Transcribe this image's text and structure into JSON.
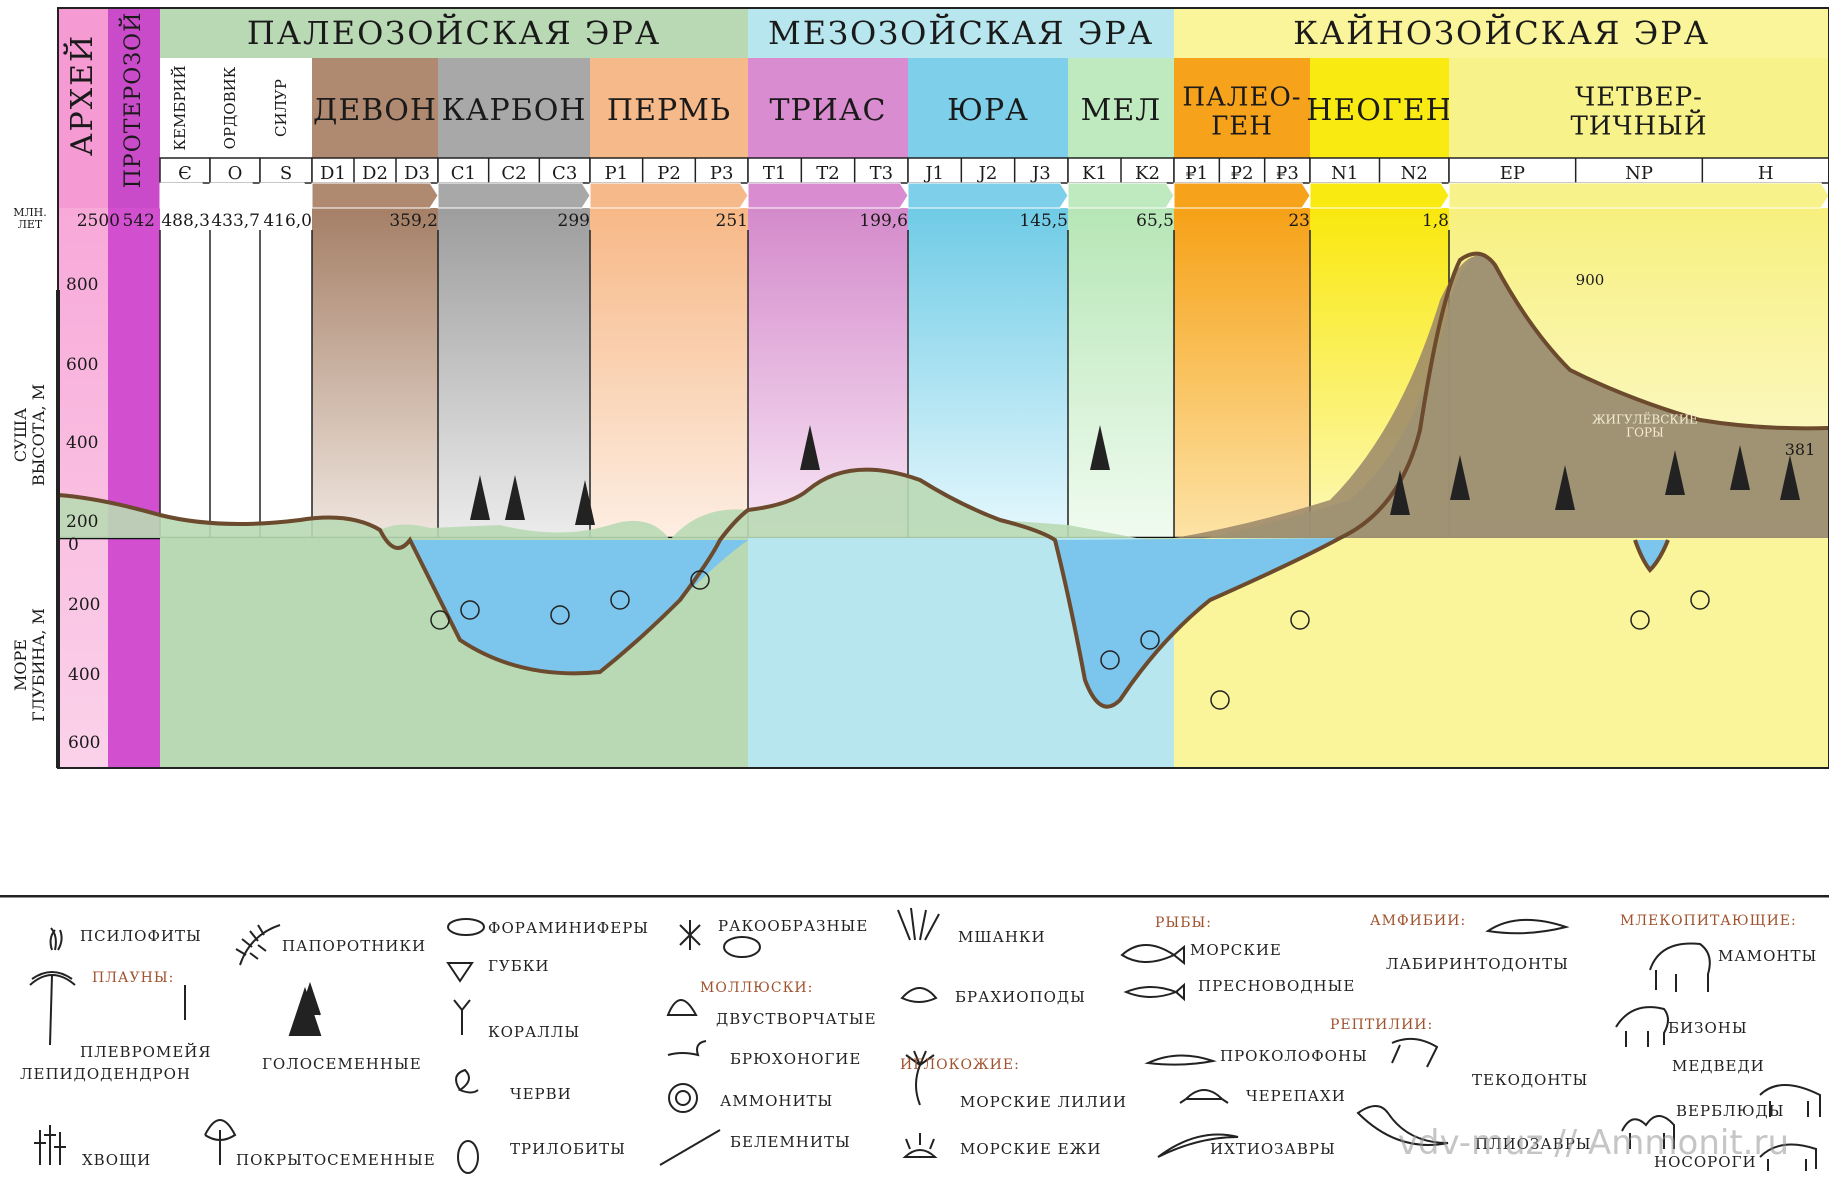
{
  "eras": [
    {
      "key": "paleozoic",
      "label": "ПАЛЕОЗОЙСКАЯ ЭРА",
      "color": "#b9d9b4"
    },
    {
      "key": "mesozoic",
      "label": "МЕЗОЗОЙСКАЯ ЭРА",
      "color": "#b7e6ee"
    },
    {
      "key": "cenozoic",
      "label": "КАЙНОЗОЙСКАЯ ЭРА",
      "color": "#faf59a"
    }
  ],
  "eons": {
    "archean": "АРХЕЙ",
    "proterozoic": "ПРОТЕРОЗОЙ"
  },
  "periods": [
    {
      "label": "КЕМБРИЙ",
      "symbol": "Є",
      "color": "#ffffff",
      "vertical": true
    },
    {
      "label": "ОРДОВИК",
      "symbol": "O",
      "color": "#ffffff",
      "vertical": true
    },
    {
      "label": "СИЛУР",
      "symbol": "S",
      "color": "#ffffff",
      "vertical": true
    },
    {
      "label": "ДЕВОН",
      "symbols": [
        "D1",
        "D2",
        "D3"
      ],
      "color": "#b08a70"
    },
    {
      "label": "КАРБОН",
      "symbols": [
        "C1",
        "C2",
        "C3"
      ],
      "color": "#a8a8a8"
    },
    {
      "label": "ПЕРМЬ",
      "symbols": [
        "P1",
        "P2",
        "P3"
      ],
      "color": "#f6b98a"
    },
    {
      "label": "ТРИАС",
      "symbols": [
        "T1",
        "T2",
        "T3"
      ],
      "color": "#d98cd0"
    },
    {
      "label": "ЮРА",
      "symbols": [
        "J1",
        "J2",
        "J3"
      ],
      "color": "#7ecfe9"
    },
    {
      "label": "МЕЛ",
      "symbols": [
        "K1",
        "K2"
      ],
      "color": "#bfe9bf"
    },
    {
      "label": "ПАЛЕО-\nГЕН",
      "symbols": [
        "₽1",
        "₽2",
        "₽3"
      ],
      "color": "#f7a21b"
    },
    {
      "label": "НЕОГЕН",
      "symbols": [
        "N1",
        "N2"
      ],
      "color": "#f9ea12"
    },
    {
      "label": "ЧЕТВЕР-\nТИЧНЫЙ",
      "symbols": [
        "EP",
        "NP",
        "H"
      ],
      "color": "#f8f28a"
    }
  ],
  "time_unit": "МЛН.\nЛЕТ",
  "boundaries": [
    "2500",
    "542",
    "488,3",
    "433,7",
    "416,0",
    "359,2",
    "299",
    "251",
    "199,6",
    "145,5",
    "65,5",
    "23",
    "1,8"
  ],
  "land_axis": {
    "title": "СУША\nВЫСОТА, М",
    "ticks": [
      "800",
      "600",
      "400",
      "200"
    ]
  },
  "sea_axis": {
    "title": "МОРЕ\nГЛУБИНА, М",
    "ticks": [
      "0",
      "200",
      "400",
      "600"
    ]
  },
  "annotations": {
    "peak": "900",
    "peak2": "381",
    "mountains": "ЖИГУЛЁВСКИЕ\nГОРЫ"
  },
  "legend": {
    "psilophytes": "ПСИЛОФИТЫ",
    "ferns": "ПАПОРОТНИКИ",
    "lycopods_header": "ПЛАУНЫ:",
    "pleuromeia": "ПЛЕВРОМЕЙЯ",
    "lepidodendron": "ЛЕПИДОДЕНДРОН",
    "gymnosperms": "ГОЛОСЕМЕННЫЕ",
    "horsetails": "ХВОЩИ",
    "angiosperms": "ПОКРЫТОСЕМЕННЫЕ",
    "foraminifera": "ФОРАМИНИФЕРЫ",
    "sponges": "ГУБКИ",
    "corals": "КОРАЛЛЫ",
    "worms": "ЧЕРВИ",
    "trilobites": "ТРИЛОБИТЫ",
    "crustaceans": "РАКООБРАЗНЫЕ",
    "molluscs_header": "МОЛЛЮСКИ:",
    "bivalves": "ДВУСТВОРЧАТЫЕ",
    "gastropods": "БРЮХОНОГИЕ",
    "ammonites": "АММОНИТЫ",
    "belemnites": "БЕЛЕМНИТЫ",
    "bryozoa": "МШАНКИ",
    "brachiopods": "БРАХИОПОДЫ",
    "echinoderms_header": "ИГЛОКОЖИЕ:",
    "crinoids": "МОРСКИЕ ЛИЛИИ",
    "urchins": "МОРСКИЕ ЕЖИ",
    "fish_header": "РЫБЫ:",
    "marine_fish": "МОРСКИЕ",
    "freshwater_fish": "ПРЕСНОВОДНЫЕ",
    "reptiles_header": "РЕПТИЛИИ:",
    "procolophons": "ПРОКОЛОФОНЫ",
    "turtles": "ЧЕРЕПАХИ",
    "ichthyosaurs": "ИХТИОЗАВРЫ",
    "amphibians_header": "АМФИБИИ:",
    "labyrinthodonts": "ЛАБИРИНТОДОНТЫ",
    "thecodonts": "ТЕКОДОНТЫ",
    "plesiosaurs": "ПЛИОЗАВРЫ",
    "mammals_header": "МЛЕКОПИТАЮЩИЕ:",
    "mammoths": "МАМОНТЫ",
    "bison": "БИЗОНЫ",
    "bears": "МЕДВЕДИ",
    "camels": "ВЕРБЛЮДЫ",
    "rhinos": "НОСОРОГИ"
  },
  "watermark": "vdv-muz // Ammonit.ru"
}
